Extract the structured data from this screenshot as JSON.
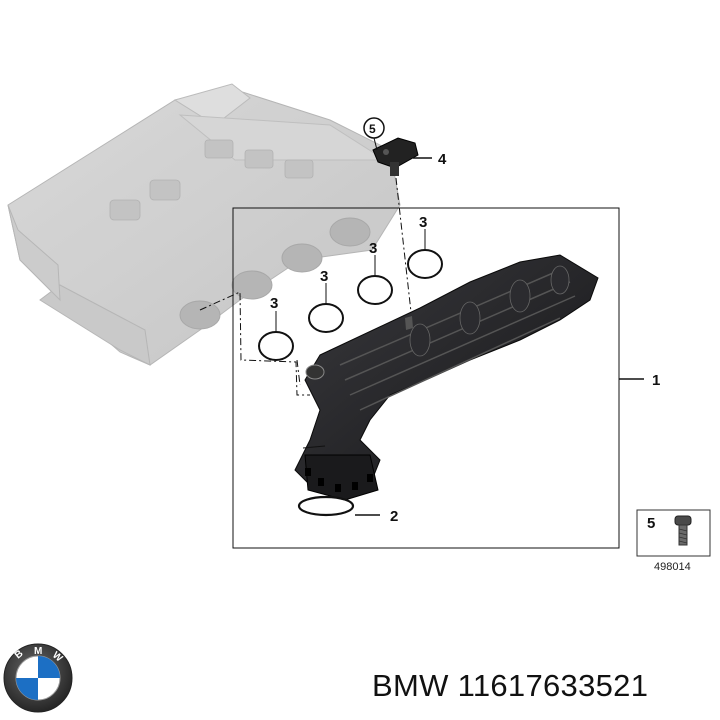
{
  "callouts": {
    "manifold": "1",
    "gasket": "2",
    "seal_a": "3",
    "seal_b": "3",
    "seal_c": "3",
    "seal_d": "3",
    "sensor": "4",
    "sensor_circle": "5",
    "screw_box": "5"
  },
  "inset": {
    "ref_number": "498014"
  },
  "footer": {
    "brand": "BMW",
    "part_number": "11617633521"
  },
  "colors": {
    "line": "#111111",
    "engine_gray": "#c8c8c8",
    "manifold_dark": "#1f1f22",
    "logo_blue": "#1c6fc4"
  },
  "icons": [
    "bmw-logo-icon",
    "screw-icon"
  ]
}
